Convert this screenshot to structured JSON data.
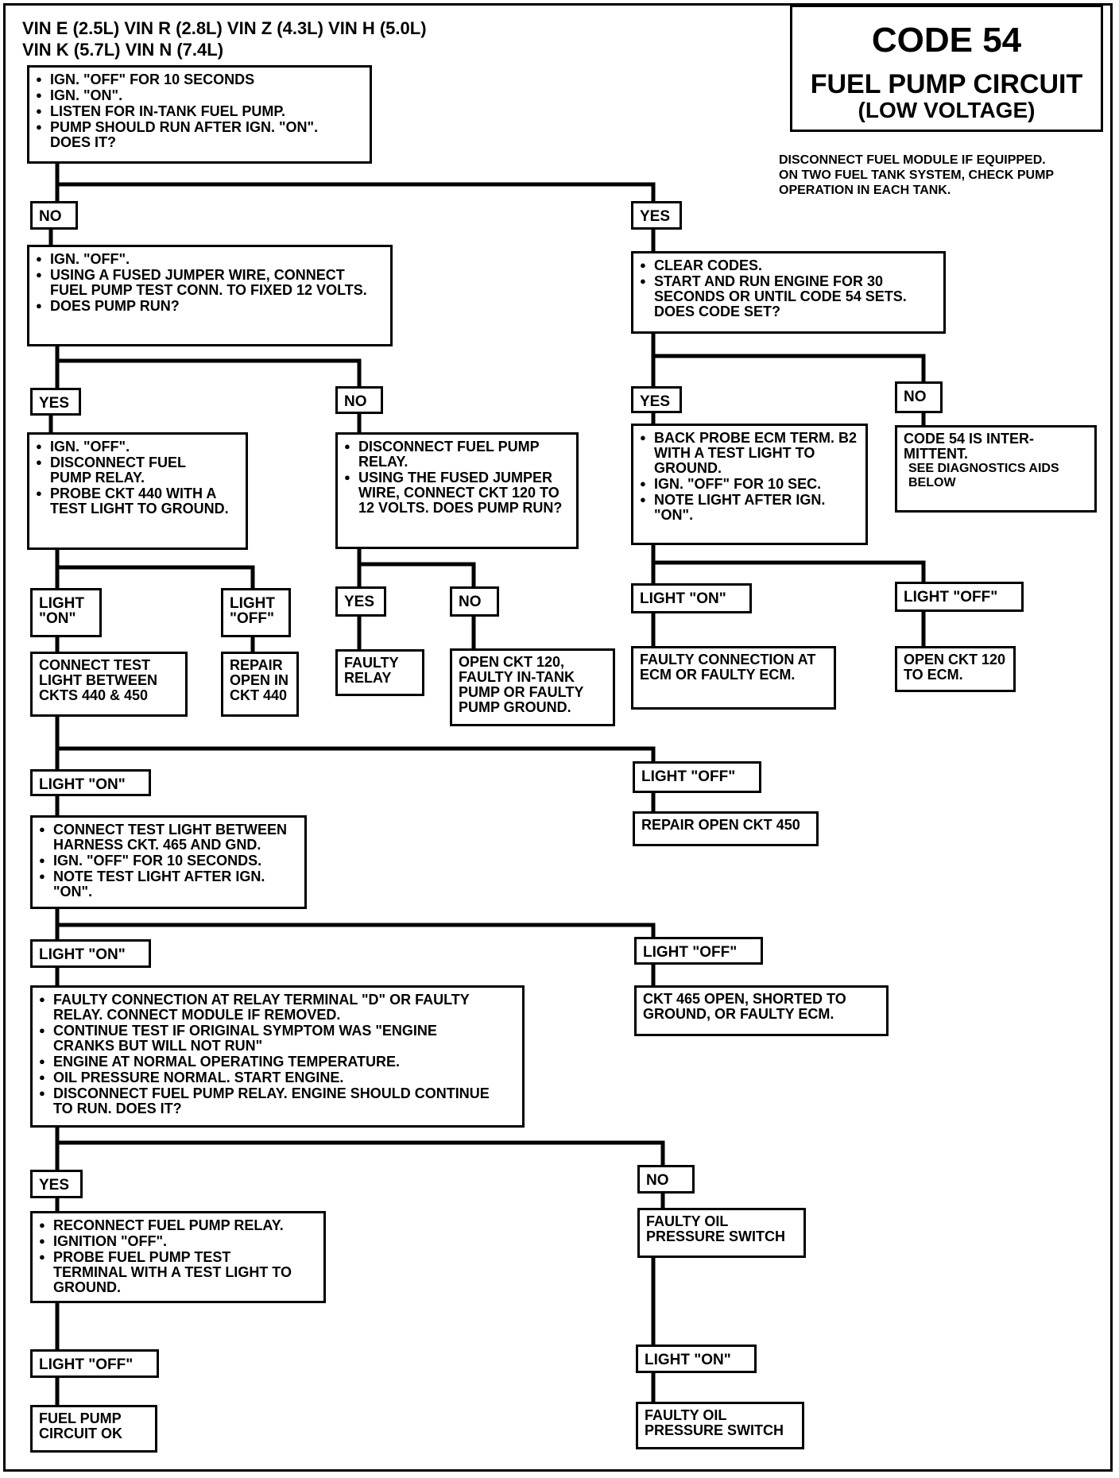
{
  "header": {
    "vin_line_1": "VIN E (2.5L)  VIN R (2.8L)  VIN Z (4.3L)  VIN H (5.0L)",
    "vin_line_2": "VIN K (5.7L)  VIN N (7.4L)",
    "code": "CODE 54",
    "title": "FUEL PUMP CIRCUIT",
    "subtitle": "(LOW VOLTAGE)",
    "note": [
      "DISCONNECT FUEL MODULE IF EQUIPPED.",
      "ON TWO FUEL TANK SYSTEM, CHECK PUMP",
      "OPERATION IN EACH TANK."
    ]
  },
  "nodes": {
    "start": [
      "IGN. \"OFF\" FOR 10 SECONDS",
      "IGN. \"ON\".",
      "LISTEN FOR IN-TANK FUEL PUMP.",
      "PUMP SHOULD RUN AFTER IGN. \"ON\". DOES IT?"
    ],
    "jumper_test": [
      "IGN. \"OFF\".",
      "USING A FUSED JUMPER WIRE, CONNECT FUEL PUMP TEST CONN. TO FIXED 12 VOLTS.",
      "DOES PUMP RUN?"
    ],
    "clear_codes": [
      "CLEAR CODES.",
      "START AND RUN ENGINE FOR 30 SECONDS OR UNTIL CODE 54 SETS. DOES CODE SET?"
    ],
    "probe_440": [
      "IGN. \"OFF\".",
      "DISCONNECT FUEL PUMP RELAY.",
      "PROBE CKT 440 WITH A TEST LIGHT TO GROUND."
    ],
    "relay_jumper": [
      "DISCONNECT FUEL PUMP RELAY.",
      "USING THE FUSED JUMPER WIRE, CONNECT CKT 120 TO 12 VOLTS. DOES PUMP RUN?"
    ],
    "back_probe": [
      "BACK PROBE ECM TERM. B2 WITH A TEST LIGHT TO GROUND.",
      "IGN. \"OFF\" FOR 10 SEC.",
      "NOTE LIGHT AFTER IGN. \"ON\"."
    ],
    "intermittent": {
      "main": "CODE 54 IS INTER-MITTENT.",
      "sub": "SEE DIAGNOSTICS AIDS BELOW"
    },
    "connect_440_450": "CONNECT TEST LIGHT BETWEEN CKTS 440 & 450",
    "repair_440": "REPAIR OPEN IN CKT 440",
    "faulty_relay": "FAULTY RELAY",
    "open_120": "OPEN CKT 120, FAULTY IN-TANK PUMP OR FAULTY PUMP GROUND.",
    "faulty_ecm_conn": "FAULTY CONNECTION AT ECM OR FAULTY ECM.",
    "open_120_ecm": "OPEN CKT 120 TO ECM.",
    "repair_450": "REPAIR OPEN CKT 450",
    "test_465": [
      "CONNECT TEST LIGHT BETWEEN HARNESS CKT. 465 AND GND.",
      "IGN. \"OFF\" FOR 10 SECONDS.",
      "NOTE TEST LIGHT AFTER IGN. \"ON\"."
    ],
    "ckt465_open": "CKT 465 OPEN, SHORTED TO GROUND, OR FAULTY ECM.",
    "relay_terminal": [
      "FAULTY CONNECTION AT RELAY TERMINAL \"D\" OR FAULTY RELAY. CONNECT MODULE IF REMOVED.",
      "CONTINUE TEST IF ORIGINAL SYMPTOM WAS \"ENGINE CRANKS BUT WILL NOT RUN\"",
      "ENGINE AT NORMAL OPERATING TEMPERATURE.",
      "OIL PRESSURE NORMAL. START ENGINE.",
      "DISCONNECT FUEL PUMP RELAY. ENGINE SHOULD CONTINUE TO RUN. DOES IT?"
    ],
    "faulty_oil_1": "FAULTY OIL PRESSURE SWITCH",
    "reconnect": [
      "RECONNECT FUEL PUMP RELAY.",
      "IGNITION \"OFF\".",
      "PROBE FUEL PUMP TEST TERMINAL WITH A TEST LIGHT TO GROUND."
    ],
    "circuit_ok": "FUEL PUMP CIRCUIT OK",
    "faulty_oil_2": "FAULTY OIL PRESSURE SWITCH"
  },
  "labels": {
    "no": "NO",
    "yes": "YES",
    "light_on": "LIGHT \"ON\"",
    "light_off": "LIGHT \"OFF\"",
    "light_on_stacked": [
      "LIGHT",
      "\"ON\""
    ],
    "light_off_stacked": [
      "LIGHT",
      "\"OFF\""
    ]
  }
}
